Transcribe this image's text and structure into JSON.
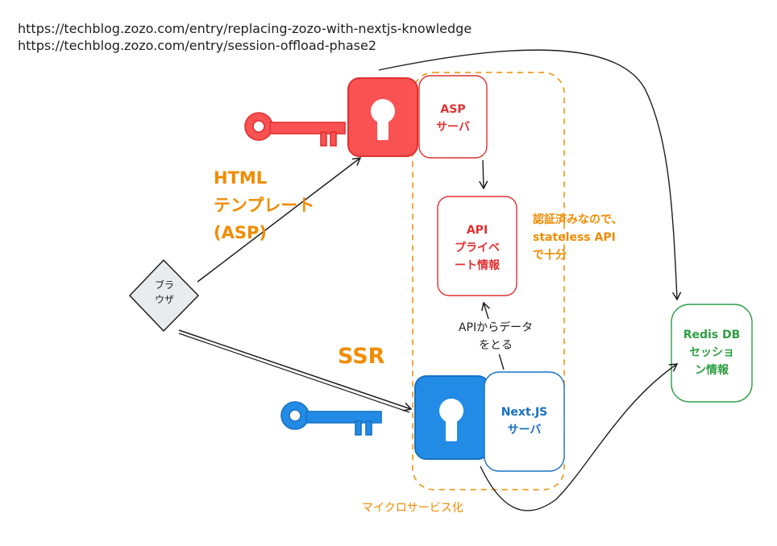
{
  "urls": [
    "https://techblog.zozo.com/entry/replacing-zozo-with-nextjs-knowledge",
    "https://techblog.zozo.com/entry/session-offload-phase2"
  ],
  "labels": {
    "html_template": [
      "HTML",
      "テンプレート",
      "(ASP)"
    ],
    "ssr": "SSR",
    "browser": [
      "ブラ",
      "ウザ"
    ],
    "asp_server": [
      "ASP",
      "サーバ"
    ],
    "api_private": [
      "API",
      "プライベ",
      "ート情報"
    ],
    "auth_note": [
      "認証済みなので、",
      "stateless API",
      "で十分"
    ],
    "api_fetch": [
      "APIからデータ",
      "をとる"
    ],
    "next_server": [
      "Next.JS",
      "サーバ"
    ],
    "redis": [
      "Redis DB",
      "セッショ",
      "ン情報"
    ],
    "microservice": "マイクロサービス化"
  },
  "colors": {
    "red_fill": "#fa5252",
    "red_stroke": "#e03131",
    "blue_fill": "#228be6",
    "blue_stroke": "#1971c2",
    "green_stroke": "#2f9e44",
    "orange": "#f08c00",
    "gray_fill": "#e9ecef",
    "ink": "#1e1e1e"
  },
  "icons": [
    "lock-icon",
    "key-icon"
  ]
}
